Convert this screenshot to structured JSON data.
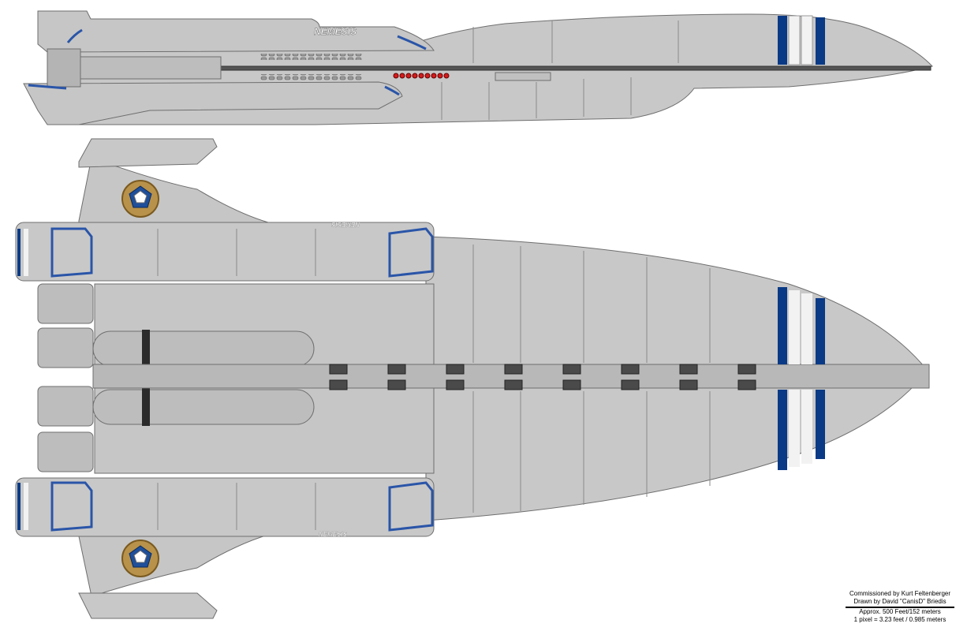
{
  "ship_name_side": "NEMESIS",
  "ship_name_top": "NEMESIS",
  "ship_name_bottom": "NEMESIS",
  "credits": {
    "commissioned": "Commissioned by Kurt Feltenberger",
    "drawn": "Drawn by David \"CanisD\" Briedis",
    "size": "Approx. 500 Feet/152 meters",
    "scale": "1 pixel = 3.23 feet / 0.985 meters"
  },
  "colors": {
    "hull": "#c8c8c8",
    "hull_line": "#6e6e6e",
    "stripe_blue": "#0a3a86",
    "stripe_white": "#f2f2f2",
    "nacelle_glow": "#2a55a8",
    "emblem_gold": "#b8924a",
    "emblem_blue": "#1f4f9a",
    "lights_red": "#d41c1c"
  }
}
